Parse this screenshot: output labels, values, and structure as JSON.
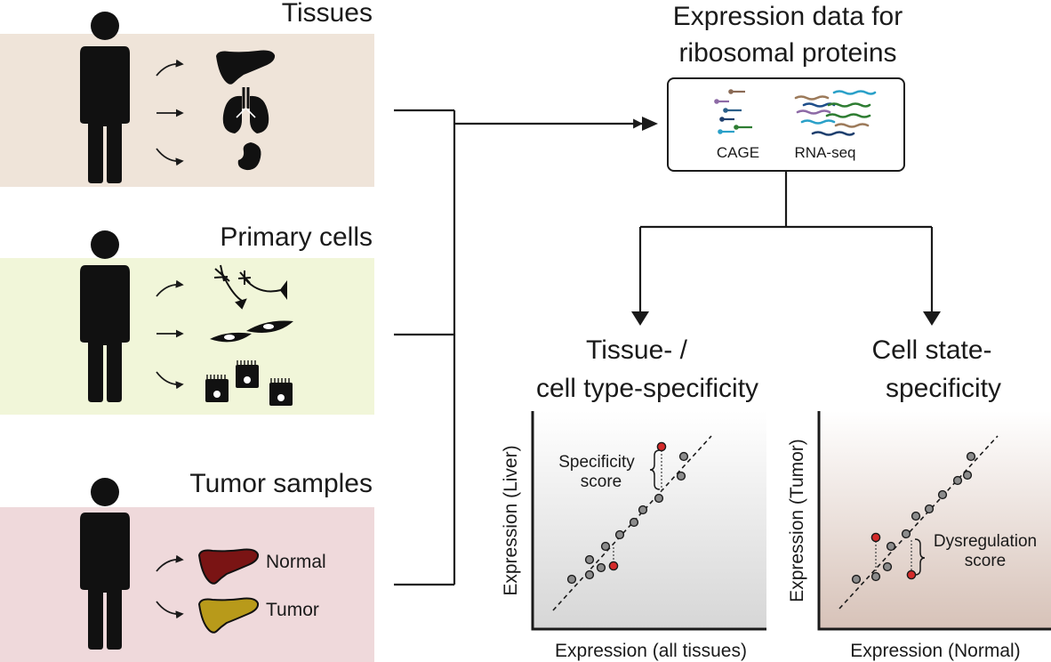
{
  "colors": {
    "tissues_panel": "#efe4d9",
    "primary_panel": "#f1f6d9",
    "tumor_panel": "#efd9db",
    "highlight_red": "#d42a2a",
    "dot_grey": "#8c8c8c",
    "normal_liver": "#7a1414",
    "tumor_liver": "#b89a1a"
  },
  "groups": {
    "tissues": {
      "title": "Tissues"
    },
    "primary": {
      "title": "Primary cells"
    },
    "tumor": {
      "title": "Tumor samples",
      "normal_label": "Normal",
      "tumor_label": "Tumor"
    }
  },
  "expression_box": {
    "title_line1": "Expression data for",
    "title_line2": "ribosomal proteins",
    "cage_label": "CAGE",
    "rnaseq_label": "RNA-seq"
  },
  "specificity_panel": {
    "title_line1": "Tissue- /",
    "title_line2": "cell type-specificity",
    "ylabel": "Expression (Liver)",
    "xlabel": "Expression (all tissues)",
    "annotation_line1": "Specificity",
    "annotation_line2": "score"
  },
  "state_panel": {
    "title_line1": "Cell state-",
    "title_line2": "specificity",
    "ylabel": "Expression (Tumor)",
    "xlabel": "Expression (Normal)",
    "annotation_line1": "Dysregulation",
    "annotation_line2": "score"
  },
  "icons": [
    "person-icon",
    "liver-icon",
    "lungs-icon",
    "kidney-icon",
    "neuron-icon",
    "fibroblast-icon",
    "epithelial-cell-icon",
    "sequencing-reads-icon"
  ]
}
